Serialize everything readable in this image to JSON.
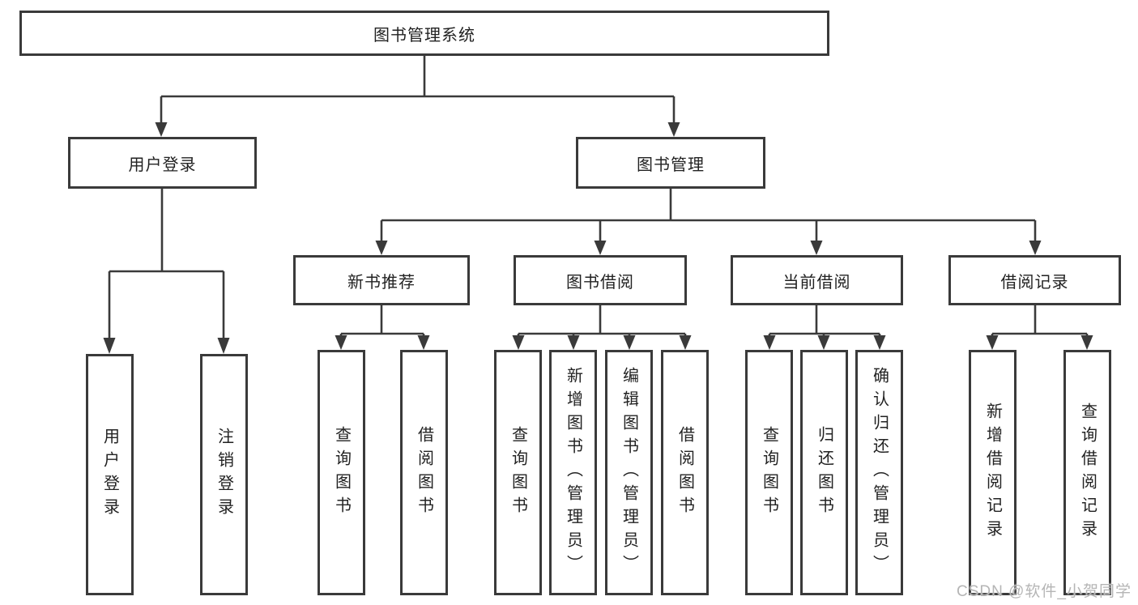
{
  "diagram": {
    "type": "hierarchy-tree",
    "root": {
      "label": "图书管理系统",
      "children": [
        {
          "label": "用户登录",
          "children": [
            {
              "label": "用户登录"
            },
            {
              "label": "注销登录"
            }
          ]
        },
        {
          "label": "图书管理",
          "children": [
            {
              "label": "新书推荐",
              "children": [
                {
                  "label": "查询图书"
                },
                {
                  "label": "借阅图书"
                }
              ]
            },
            {
              "label": "图书借阅",
              "children": [
                {
                  "label": "查询图书"
                },
                {
                  "label": "新增图书（管理员）"
                },
                {
                  "label": "编辑图书（管理员）"
                },
                {
                  "label": "借阅图书"
                }
              ]
            },
            {
              "label": "当前借阅",
              "children": [
                {
                  "label": "查询图书"
                },
                {
                  "label": "归还图书"
                },
                {
                  "label": "确认归还（管理员）"
                }
              ]
            },
            {
              "label": "借阅记录",
              "children": [
                {
                  "label": "新增借阅记录"
                },
                {
                  "label": "查询借阅记录"
                }
              ]
            }
          ]
        }
      ]
    },
    "colors": {
      "box_border": "#3a3a3a",
      "line": "#3a3a3a",
      "text": "#222222",
      "background": "#ffffff"
    }
  },
  "watermark": {
    "text": "CSDN @软件_小贺同学",
    "color": "#b5b5b5"
  }
}
